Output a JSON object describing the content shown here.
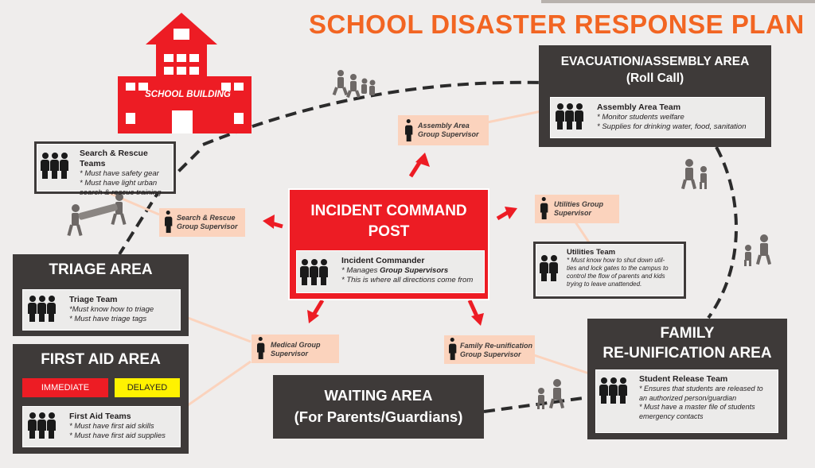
{
  "title": "SCHOOL DISASTER RESPONSE PLAN",
  "school_building": {
    "label": "SCHOOL BUILDING"
  },
  "incident_command": {
    "title_line1": "INCIDENT COMMAND",
    "title_line2": "POST",
    "team": "Incident Commander",
    "lines": [
      "* Manages ",
      "Group Supervisors",
      "* This is where all directions come from"
    ]
  },
  "evacuation": {
    "title_line1": "EVACUATION/ASSEMBLY AREA",
    "title_line2": "(Roll Call)",
    "team": "Assembly Area Team",
    "lines": [
      "* Monitor students welfare",
      "* Supplies for drinking water, food, sanitation"
    ]
  },
  "search_rescue": {
    "team": "Search & Rescue Teams",
    "lines": [
      "* Must have safety gear",
      "* Must have light urban",
      "search & rescue training"
    ]
  },
  "triage": {
    "title": "TRIAGE AREA",
    "team": "Triage Team",
    "lines": [
      "*Must know how to triage",
      "* Must have triage tags"
    ]
  },
  "first_aid": {
    "title": "FIRST AID AREA",
    "immediate": "IMMEDIATE",
    "delayed": "DELAYED",
    "team": "First Aid Teams",
    "lines": [
      "* Must have first aid skills",
      "* Must have first aid supplies"
    ]
  },
  "utilities": {
    "team": "Utilities Team",
    "lines": [
      "* Must know how to shut down util-",
      "ties and lock gates to the campus to",
      "control the flow of parents and kids",
      "trying to leave unattended."
    ]
  },
  "family": {
    "title_line1": "FAMILY",
    "title_line2": "RE-UNIFICATION AREA",
    "team": "Student Release Team",
    "lines": [
      "* Ensures that students are released to",
      "an authorized person/guardian",
      "* Must have a master file of students",
      "emergency contacts"
    ]
  },
  "waiting": {
    "title_line1": "WAITING AREA",
    "title_line2": "(For Parents/Guardians)"
  },
  "supervisors": {
    "assembly": [
      "Assembly Area",
      "Group Supervisor"
    ],
    "search": [
      "Search & Rescue",
      "Group Supervisor"
    ],
    "utilities": [
      "Utilities Group",
      "Supervisor"
    ],
    "medical": [
      "Medical Group",
      "Supervisor"
    ],
    "family": [
      "Family Re-unification",
      "Group Supervisor"
    ]
  },
  "colors": {
    "accent": "#f26522",
    "red": "#ed1c24",
    "dark": "#3e3a39",
    "peach": "#fbd3bd",
    "yellow": "#fff200"
  }
}
